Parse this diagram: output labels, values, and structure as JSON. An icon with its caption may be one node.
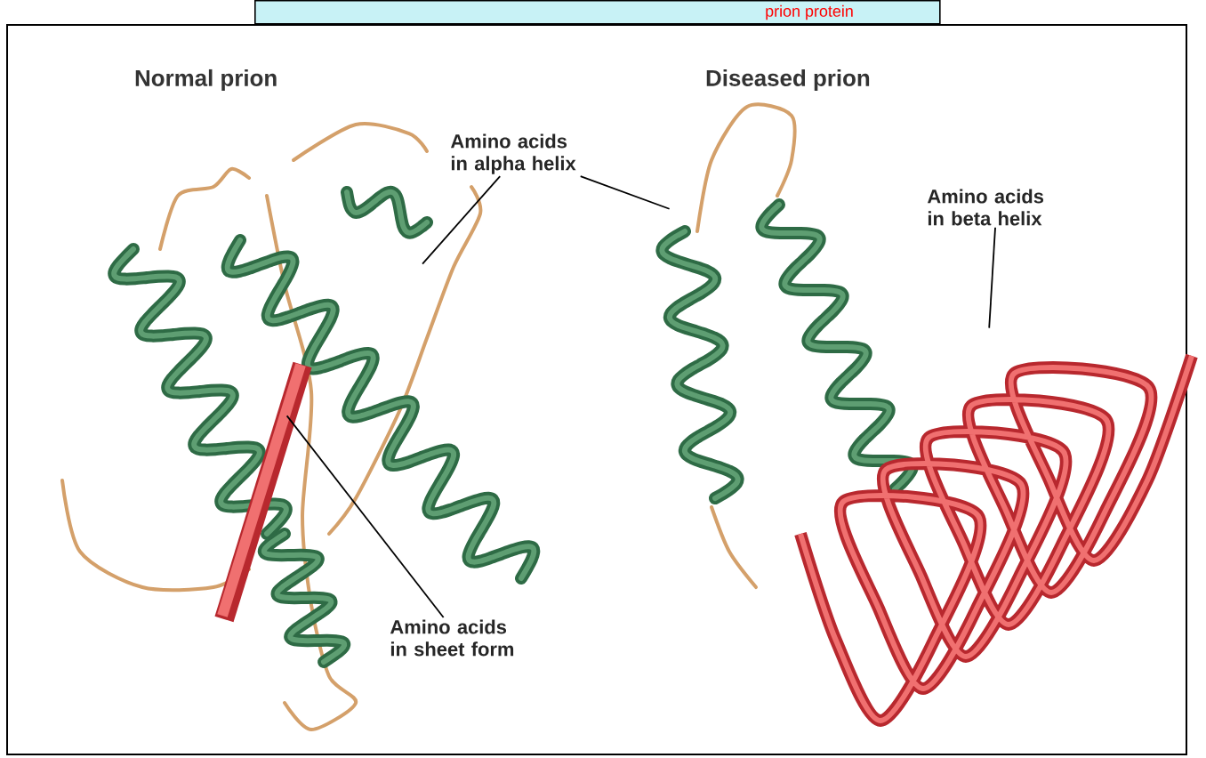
{
  "diagram": {
    "nodes": [
      {
        "text": [
          "Amino acids in alpha helix"
        ]
      },
      {
        "text": [],
        "shape": "picture"
      },
      {
        "text": [],
        "shape": "picture"
      },
      {
        "text": [
          "Amino acids in sheet form"
        ]
      },
      {
        "text": [],
        "shape": "picture"
      },
      {
        "text": [
          "Amino acids in beta helix"
        ]
      },
      {
        "text": [],
        "shape": "picture"
      }
    ],
    "edges": [
      {
        "from": 0,
        "to": 1,
        "arrow": "none"
      },
      {
        "from": 0,
        "to": 2,
        "arrow": "none"
      },
      {
        "from": 3,
        "to": 4,
        "arrow": "none"
      },
      {
        "from": 5,
        "to": 6,
        "arrow": "none"
      }
    ],
    "labels": [
      "prion protein",
      "Normal prion",
      "Diseased prion"
    ]
  }
}
